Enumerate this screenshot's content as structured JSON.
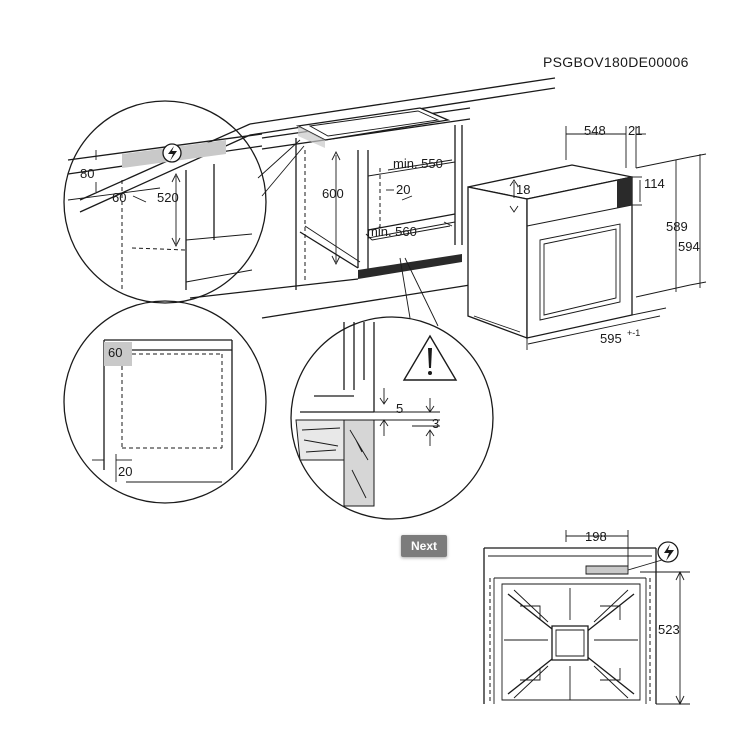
{
  "doc": {
    "code": "PSGBOV180DE00006"
  },
  "dims": {
    "d548": "548",
    "d21": "21",
    "d114": "114",
    "d18": "18",
    "d589": "589",
    "d594": "594",
    "d595": "595",
    "d595_tol": "+-1",
    "min550": "min. 550",
    "d20_top": "20",
    "min560": "min. 560",
    "d600": "600",
    "d80": "80",
    "d60_a": "60",
    "d520": "520",
    "d60_b": "60",
    "d20_b": "20",
    "d5": "5",
    "d3": "3",
    "d198": "198",
    "d523": "523"
  },
  "icons": [
    "electric-warning-icon",
    "warning-triangle-icon"
  ],
  "nav": {
    "next_label": "Next"
  }
}
